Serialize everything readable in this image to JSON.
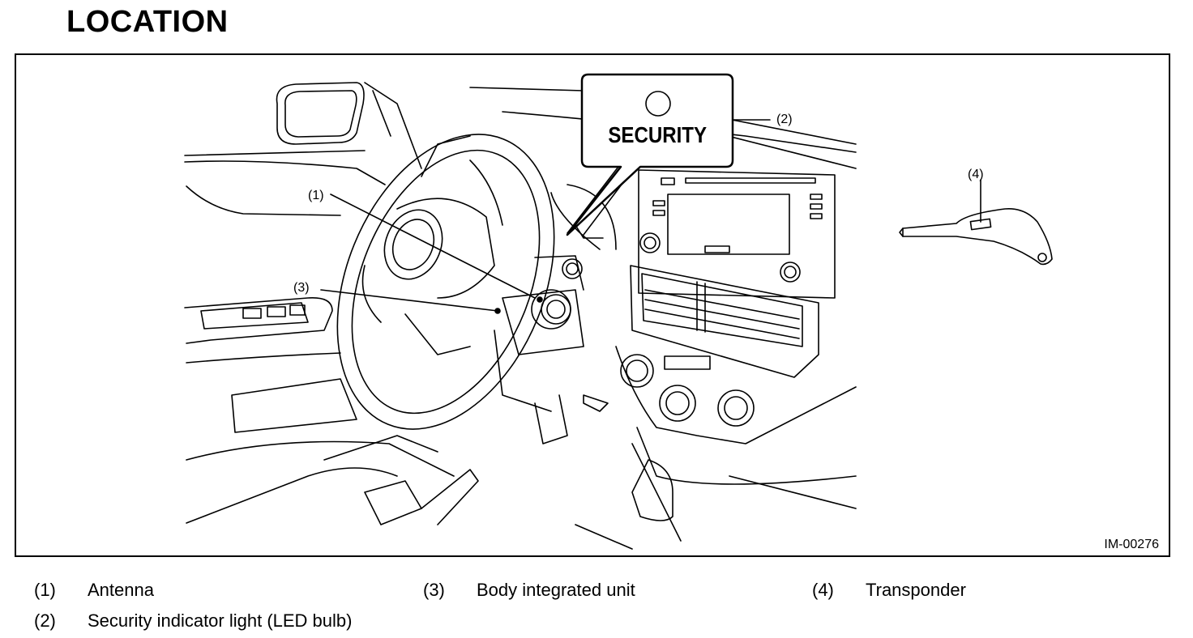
{
  "page": {
    "heading": "LOCATION"
  },
  "figure": {
    "security_label": "SECURITY",
    "figure_id": "IM-00276",
    "callouts": {
      "antenna": "(1)",
      "indicator": "(2)",
      "body_unit": "(3)",
      "transponder": "(4)"
    }
  },
  "legend": [
    {
      "num": "(1)",
      "label": "Antenna"
    },
    {
      "num": "(2)",
      "label": "Security indicator light (LED bulb)"
    },
    {
      "num": "(3)",
      "label": "Body integrated unit"
    },
    {
      "num": "(4)",
      "label": "Transponder"
    }
  ]
}
